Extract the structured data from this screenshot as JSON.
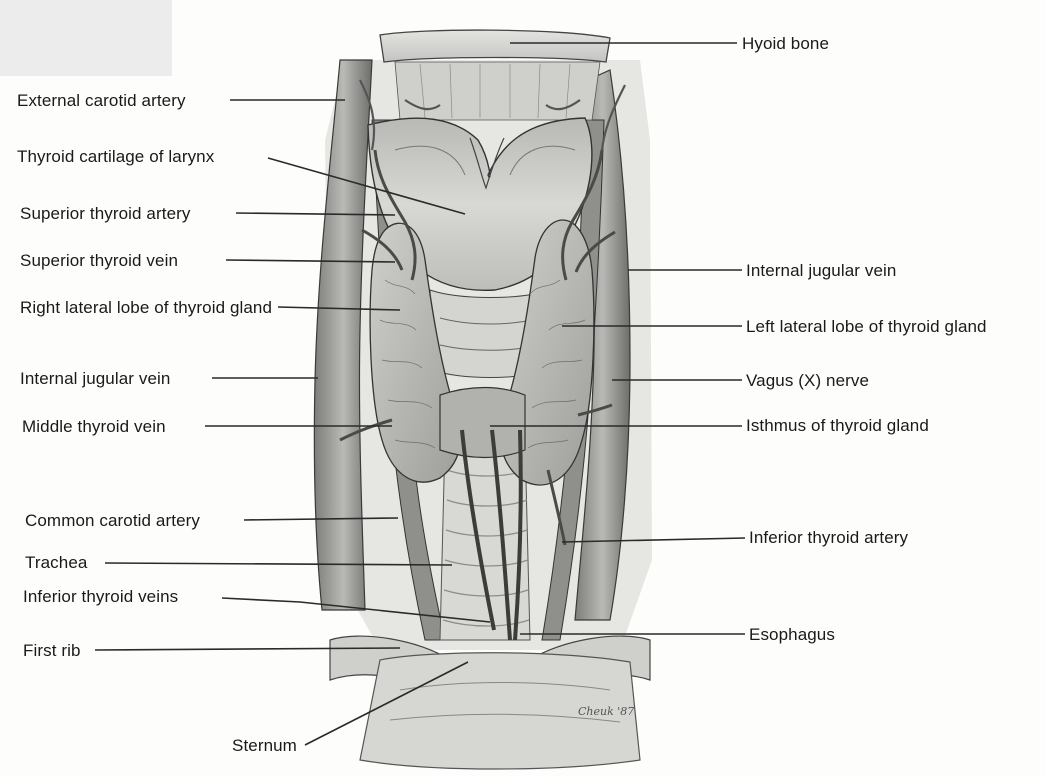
{
  "labels": {
    "hyoid_bone": "Hyoid bone",
    "external_carotid_artery": "External carotid artery",
    "thyroid_cartilage": "Thyroid cartilage of larynx",
    "superior_thyroid_artery": "Superior thyroid artery",
    "superior_thyroid_vein": "Superior thyroid vein",
    "right_lateral_lobe": "Right lateral lobe of thyroid gland",
    "internal_jugular_vein_left": "Internal jugular vein",
    "middle_thyroid_vein": "Middle thyroid vein",
    "common_carotid_artery": "Common carotid artery",
    "trachea": "Trachea",
    "inferior_thyroid_veins": "Inferior thyroid veins",
    "first_rib": "First rib",
    "sternum": "Sternum",
    "internal_jugular_vein_right": "Internal jugular vein",
    "left_lateral_lobe": "Left lateral lobe of thyroid gland",
    "vagus_nerve": "Vagus (X) nerve",
    "isthmus": "Isthmus of thyroid gland",
    "inferior_thyroid_artery": "Inferior thyroid artery",
    "esophagus": "Esophagus"
  },
  "signature": "Cheuk '87",
  "colors": {
    "line": "#2a2a2a",
    "paper": "#fdfdfb",
    "tissue_light": "#d9d9d6",
    "tissue_mid": "#a9a9a6",
    "tissue_dark": "#6f6f6c",
    "vessel": "#4a4a48"
  }
}
